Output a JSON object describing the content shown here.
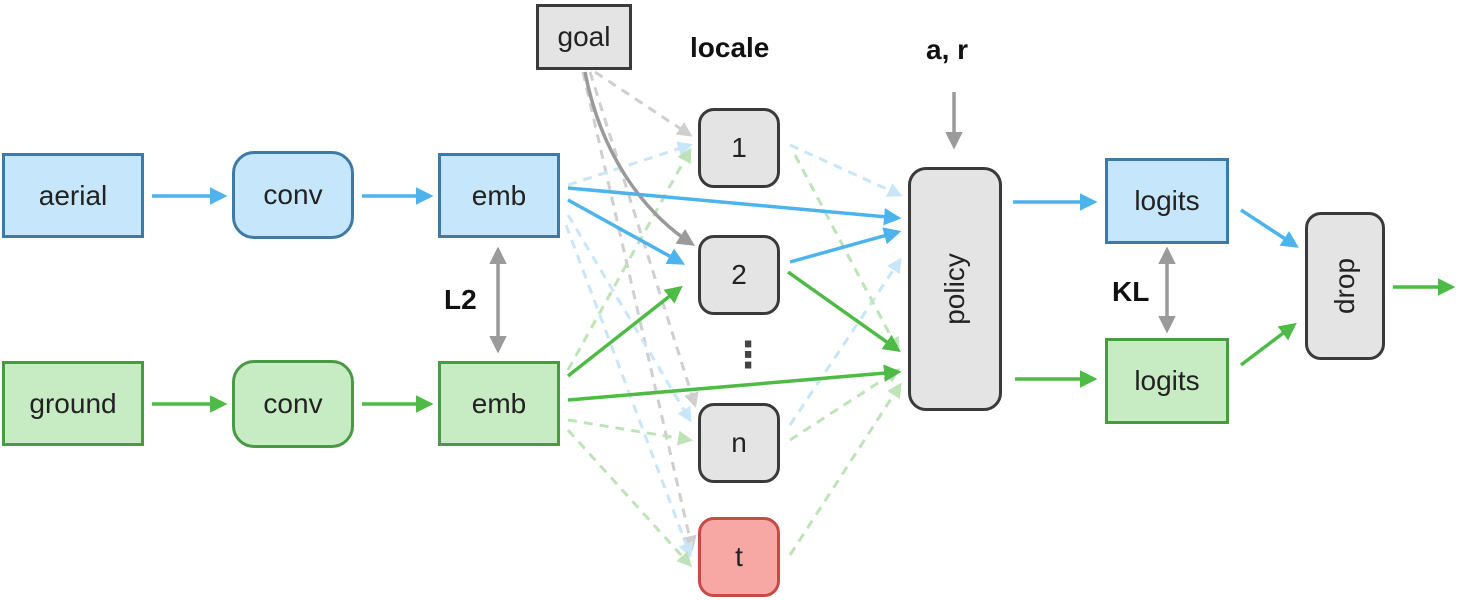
{
  "nodes": {
    "aerial": "aerial",
    "conv_aerial": "conv",
    "emb_aerial": "emb",
    "ground": "ground",
    "conv_ground": "conv",
    "emb_ground": "emb",
    "goal": "goal",
    "locale_1": "1",
    "locale_2": "2",
    "locale_ellipsis": "⋮",
    "locale_n": "n",
    "locale_t": "t",
    "policy": "policy",
    "logits_aerial": "logits",
    "logits_ground": "logits",
    "drop": "drop"
  },
  "labels": {
    "locale": "locale",
    "a_r": "a, r",
    "l2": "L2",
    "kl": "KL"
  },
  "colors": {
    "blue": "#4db3ec",
    "green": "#4dbb45",
    "gray": "#9a9a9a",
    "light_blue": "#c9e6f8",
    "light_green": "#bfe3b8",
    "light_gray": "#cfcfcf"
  }
}
